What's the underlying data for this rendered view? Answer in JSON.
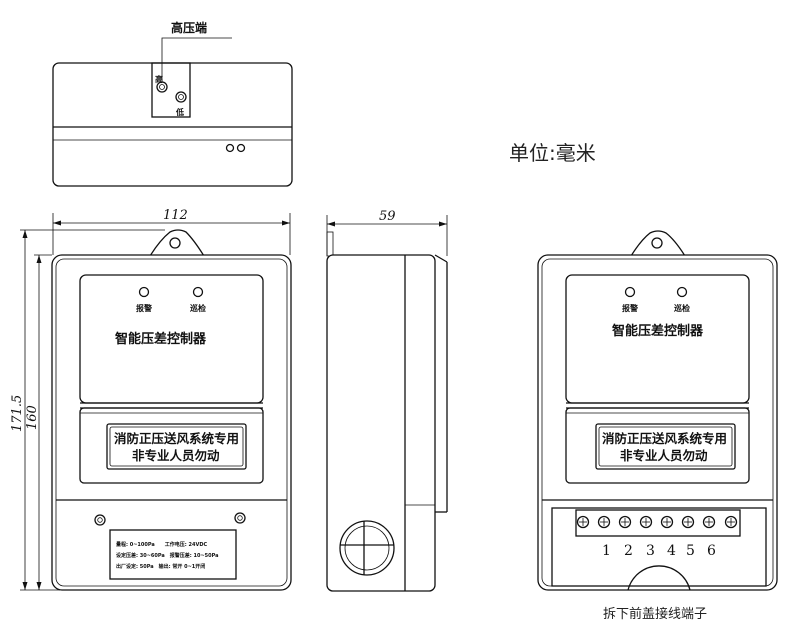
{
  "top_view": {
    "high_pressure_port": "高压端",
    "port_high": "高",
    "port_low": "低"
  },
  "unit_note": "单位:毫米",
  "dimensions": {
    "width": "112",
    "depth": "59",
    "overall_height": "171.5",
    "body_height": "160"
  },
  "front_panel": {
    "indicator_alarm": "报警",
    "indicator_bypass": "巡检",
    "product_name": "智能压差控制器",
    "warning_line1": "消防正压送风系统专用",
    "warning_line2": "非专业人员勿动"
  },
  "spec_plate": {
    "row1": "量程: 0~100Pa　　工作电压: 24VDC",
    "row2": "设定压差: 30~60Pa　报警压差: 10~50Pa",
    "row3": "出厂设定: 50Pa　输出: 常开 0~1开闭"
  },
  "terminals": [
    "1",
    "2",
    "3",
    "4",
    "5",
    "6"
  ],
  "terminal_caption": "拆下前盖接线端子"
}
